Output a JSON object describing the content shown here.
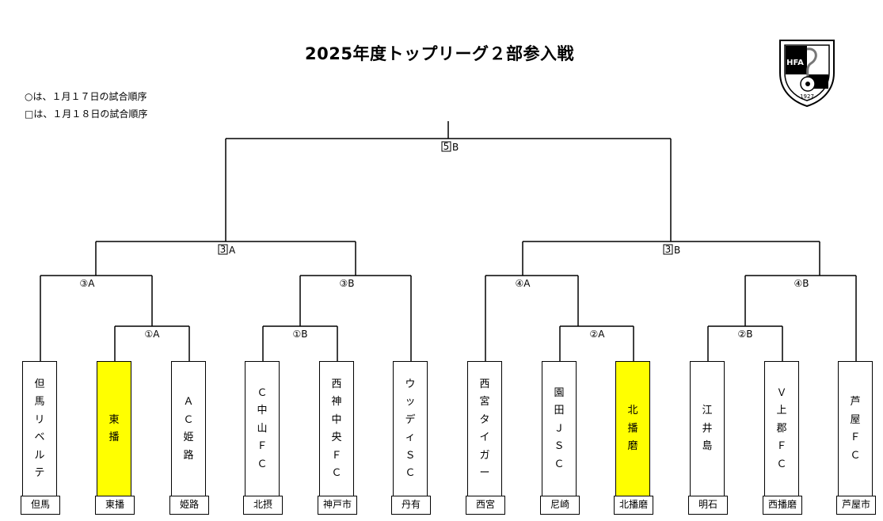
{
  "header": {
    "title": "2025年度トップリーグ２部参入戦",
    "note1": "○は、１月１７日の試合順序",
    "note2": "□は、１月１８日の試合順序"
  },
  "logo": {
    "text": "HFA",
    "year": "1927"
  },
  "matches": {
    "final": {
      "num": "5",
      "letter": "B"
    },
    "semi_left": {
      "num": "3",
      "letter": "A"
    },
    "semi_right": {
      "num": "3",
      "letter": "B"
    },
    "q1": "③A",
    "q2": "③B",
    "q3": "④A",
    "q4": "④B",
    "r1": "①A",
    "r2": "①B",
    "r3": "②A",
    "r4": "②B"
  },
  "teams": [
    {
      "chars": [
        "但",
        "馬",
        "リ",
        "ベ",
        "ル",
        "テ"
      ],
      "region": "但馬",
      "highlight": false
    },
    {
      "chars": [
        "東",
        "播"
      ],
      "region": "東播",
      "highlight": true
    },
    {
      "chars": [
        "Ａ",
        "Ｃ",
        "姫",
        "路"
      ],
      "region": "姫路",
      "highlight": false
    },
    {
      "chars": [
        "Ｃ",
        "中",
        "山",
        "Ｆ",
        "Ｃ"
      ],
      "region": "北摂",
      "highlight": false
    },
    {
      "chars": [
        "西",
        "神",
        "中",
        "央",
        "Ｆ",
        "Ｃ"
      ],
      "region": "神戸市",
      "highlight": false
    },
    {
      "chars": [
        "ウ",
        "ッ",
        "デ",
        "ィ",
        "Ｓ",
        "Ｃ"
      ],
      "region": "丹有",
      "highlight": false
    },
    {
      "chars": [
        "西",
        "宮",
        "タ",
        "イ",
        "ガ",
        "ー"
      ],
      "region": "西宮",
      "highlight": false
    },
    {
      "chars": [
        "園",
        "田",
        "Ｊ",
        "Ｓ",
        "Ｃ"
      ],
      "region": "尼崎",
      "highlight": false
    },
    {
      "chars": [
        "北",
        "播",
        "磨"
      ],
      "region": "北播磨",
      "highlight": true
    },
    {
      "chars": [
        "江",
        "井",
        "島"
      ],
      "region": "明石",
      "highlight": false
    },
    {
      "chars": [
        "Ｖ",
        "上",
        "郡",
        "Ｆ",
        "Ｃ"
      ],
      "region": "西播磨",
      "highlight": false
    },
    {
      "chars": [
        "芦",
        "屋",
        "Ｆ",
        "Ｃ"
      ],
      "region": "芦屋市",
      "highlight": false
    }
  ]
}
